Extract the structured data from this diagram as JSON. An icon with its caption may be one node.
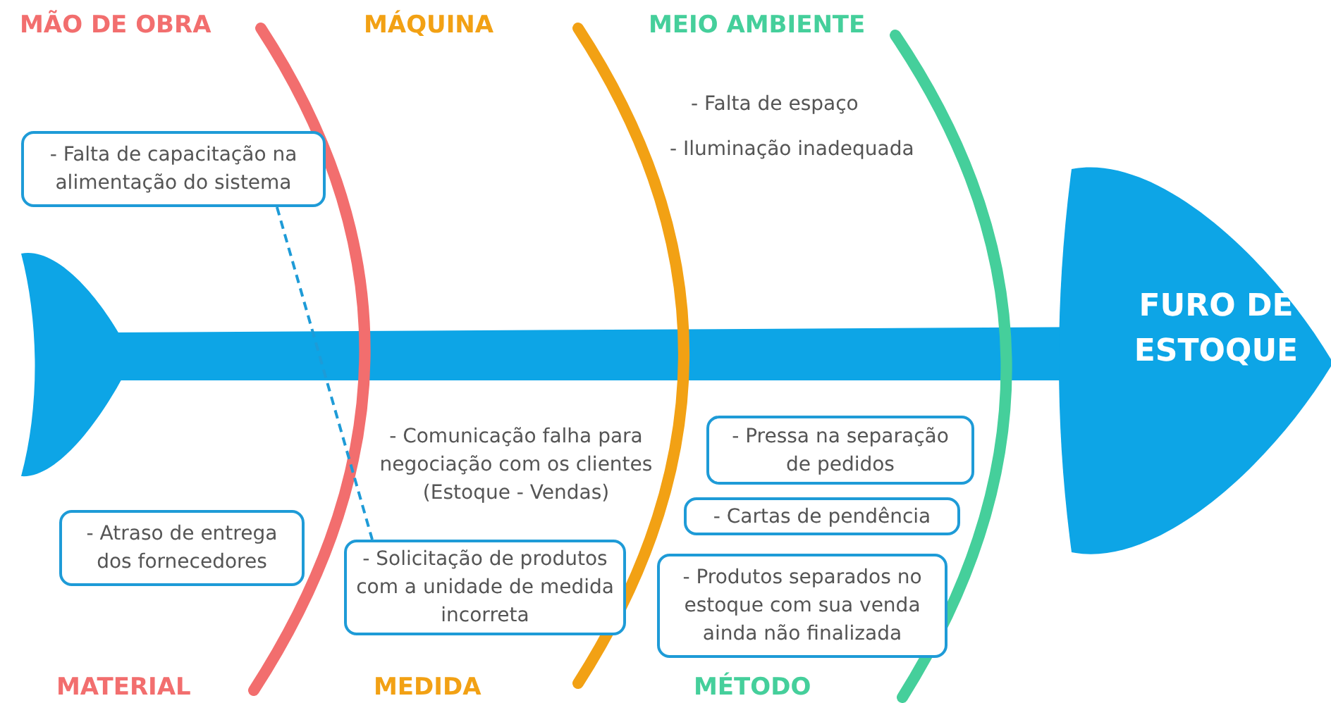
{
  "diagram": {
    "nodes": [
      {
        "text": [
          "- Falta de capacitação na alimentação do sistema"
        ]
      },
      {
        "text": [
          "- Atraso de entrega dos fornecedores"
        ]
      },
      {
        "text": [
          "- Solicitação de produtos com a unidade de medida incorreta"
        ]
      },
      {
        "text": [
          "- Pressa na separação de pedidos"
        ]
      },
      {
        "text": [
          "- Cartas de pendência"
        ]
      },
      {
        "text": [
          "- Produtos separados no estoque com sua venda ainda não finalizada"
        ]
      },
      {
        "text": [
          "FURO DE ESTOQUE"
        ]
      }
    ],
    "edges": [
      {
        "from": 0,
        "to": 2,
        "arrow": "none",
        "style": "dashed"
      }
    ],
    "labels": [
      "MÃO DE OBRA",
      "MÁQUINA",
      "MEIO AMBIENTE",
      "- Falta de espaço",
      "- Iluminação inadequada",
      "- Comunicação falha para negociação com os clientes (Estoque - Vendas)",
      "MATERIAL",
      "MEDIDA",
      "MÉTODO"
    ]
  }
}
